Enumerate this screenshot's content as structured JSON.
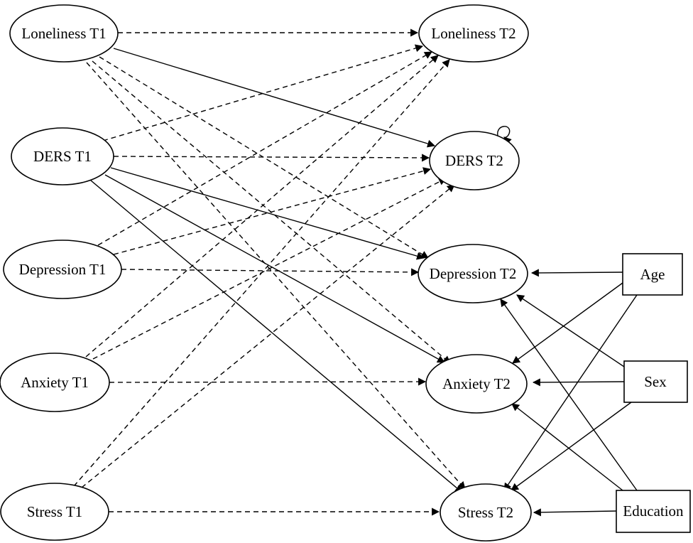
{
  "diagram": {
    "nodes": {
      "lon1": {
        "label": "Loneliness T1"
      },
      "ders1": {
        "label": "DERS T1"
      },
      "dep1": {
        "label": "Depression T1"
      },
      "anx1": {
        "label": "Anxiety T1"
      },
      "str1": {
        "label": "Stress T1"
      },
      "lon2": {
        "label": "Loneliness T2"
      },
      "ders2": {
        "label": "DERS T2"
      },
      "dep2": {
        "label": "Depression T2"
      },
      "anx2": {
        "label": "Anxiety T2"
      },
      "str2": {
        "label": "Stress T2"
      },
      "age": {
        "label": "Age"
      },
      "sex": {
        "label": "Sex"
      },
      "edu": {
        "label": "Education"
      }
    },
    "edges": [
      {
        "from": "lon1",
        "to": "lon2",
        "style": "dashed"
      },
      {
        "from": "lon1",
        "to": "ders2",
        "style": "solid"
      },
      {
        "from": "lon1",
        "to": "dep2",
        "style": "dashed"
      },
      {
        "from": "lon1",
        "to": "anx2",
        "style": "dashed"
      },
      {
        "from": "lon1",
        "to": "str2",
        "style": "dashed"
      },
      {
        "from": "ders1",
        "to": "lon2",
        "style": "dashed"
      },
      {
        "from": "ders1",
        "to": "ders2",
        "style": "dashed"
      },
      {
        "from": "ders1",
        "to": "dep2",
        "style": "solid"
      },
      {
        "from": "ders1",
        "to": "anx2",
        "style": "solid"
      },
      {
        "from": "ders1",
        "to": "str2",
        "style": "solid"
      },
      {
        "from": "dep1",
        "to": "lon2",
        "style": "dashed"
      },
      {
        "from": "dep1",
        "to": "ders2",
        "style": "dashed"
      },
      {
        "from": "dep1",
        "to": "dep2",
        "style": "dashed"
      },
      {
        "from": "anx1",
        "to": "lon2",
        "style": "dashed"
      },
      {
        "from": "anx1",
        "to": "ders2",
        "style": "dashed"
      },
      {
        "from": "anx1",
        "to": "anx2",
        "style": "dashed"
      },
      {
        "from": "str1",
        "to": "lon2",
        "style": "dashed"
      },
      {
        "from": "str1",
        "to": "ders2",
        "style": "dashed"
      },
      {
        "from": "str1",
        "to": "str2",
        "style": "dashed"
      },
      {
        "from": "age",
        "to": "dep2",
        "style": "solid"
      },
      {
        "from": "age",
        "to": "anx2",
        "style": "solid"
      },
      {
        "from": "age",
        "to": "str2",
        "style": "solid"
      },
      {
        "from": "sex",
        "to": "dep2",
        "style": "solid"
      },
      {
        "from": "sex",
        "to": "anx2",
        "style": "solid"
      },
      {
        "from": "sex",
        "to": "str2",
        "style": "solid"
      },
      {
        "from": "edu",
        "to": "dep2",
        "style": "solid"
      },
      {
        "from": "edu",
        "to": "anx2",
        "style": "solid"
      },
      {
        "from": "edu",
        "to": "str2",
        "style": "solid"
      },
      {
        "from": "ders2",
        "to": "ders2",
        "style": "self-loop"
      }
    ]
  }
}
